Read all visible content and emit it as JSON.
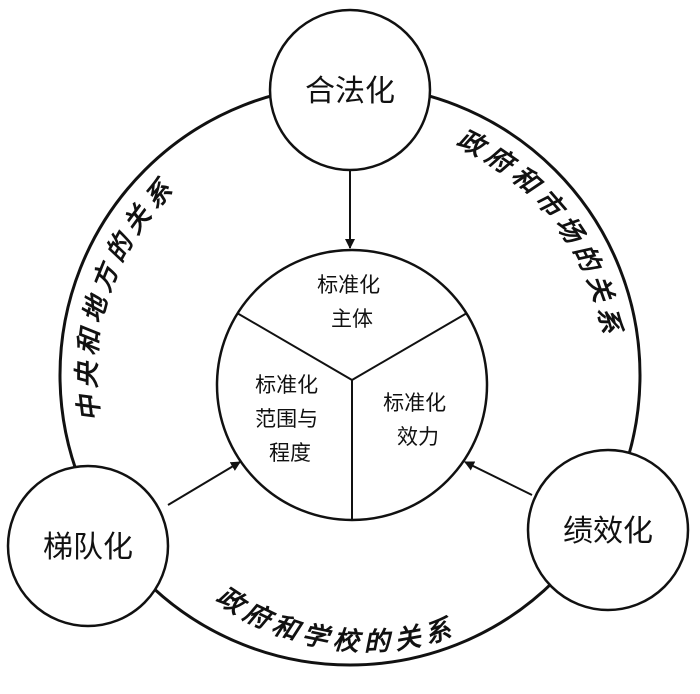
{
  "outer_nodes": {
    "top": "合法化",
    "left": "梯队化",
    "right": "绩效化"
  },
  "core_sections": {
    "top": [
      "标准化",
      "主体"
    ],
    "left": [
      "标准化",
      "范围与",
      "程度"
    ],
    "right": [
      "标准化",
      "效力"
    ]
  },
  "relations": {
    "left_arc": "中央和地方的关系",
    "right_arc": "政府和市场的关系",
    "bottom_arc": "政府和学校的关系"
  }
}
